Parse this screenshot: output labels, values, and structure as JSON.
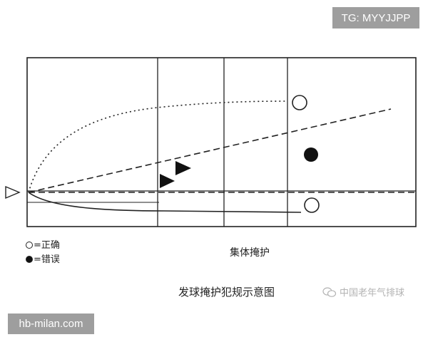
{
  "watermark_top": "TG: MYYJJPP",
  "watermark_bottom": "hb-milan.com",
  "legend": {
    "correct": "=正确",
    "error": "=错误"
  },
  "group_label": "集体掩护",
  "caption": "发球掩护犯规示意图",
  "source_watermark": "中国老年气排球",
  "colors": {
    "line": "#222222",
    "tag_bg": "#9e9e9e",
    "watermark_text": "#b3b3b3"
  }
}
